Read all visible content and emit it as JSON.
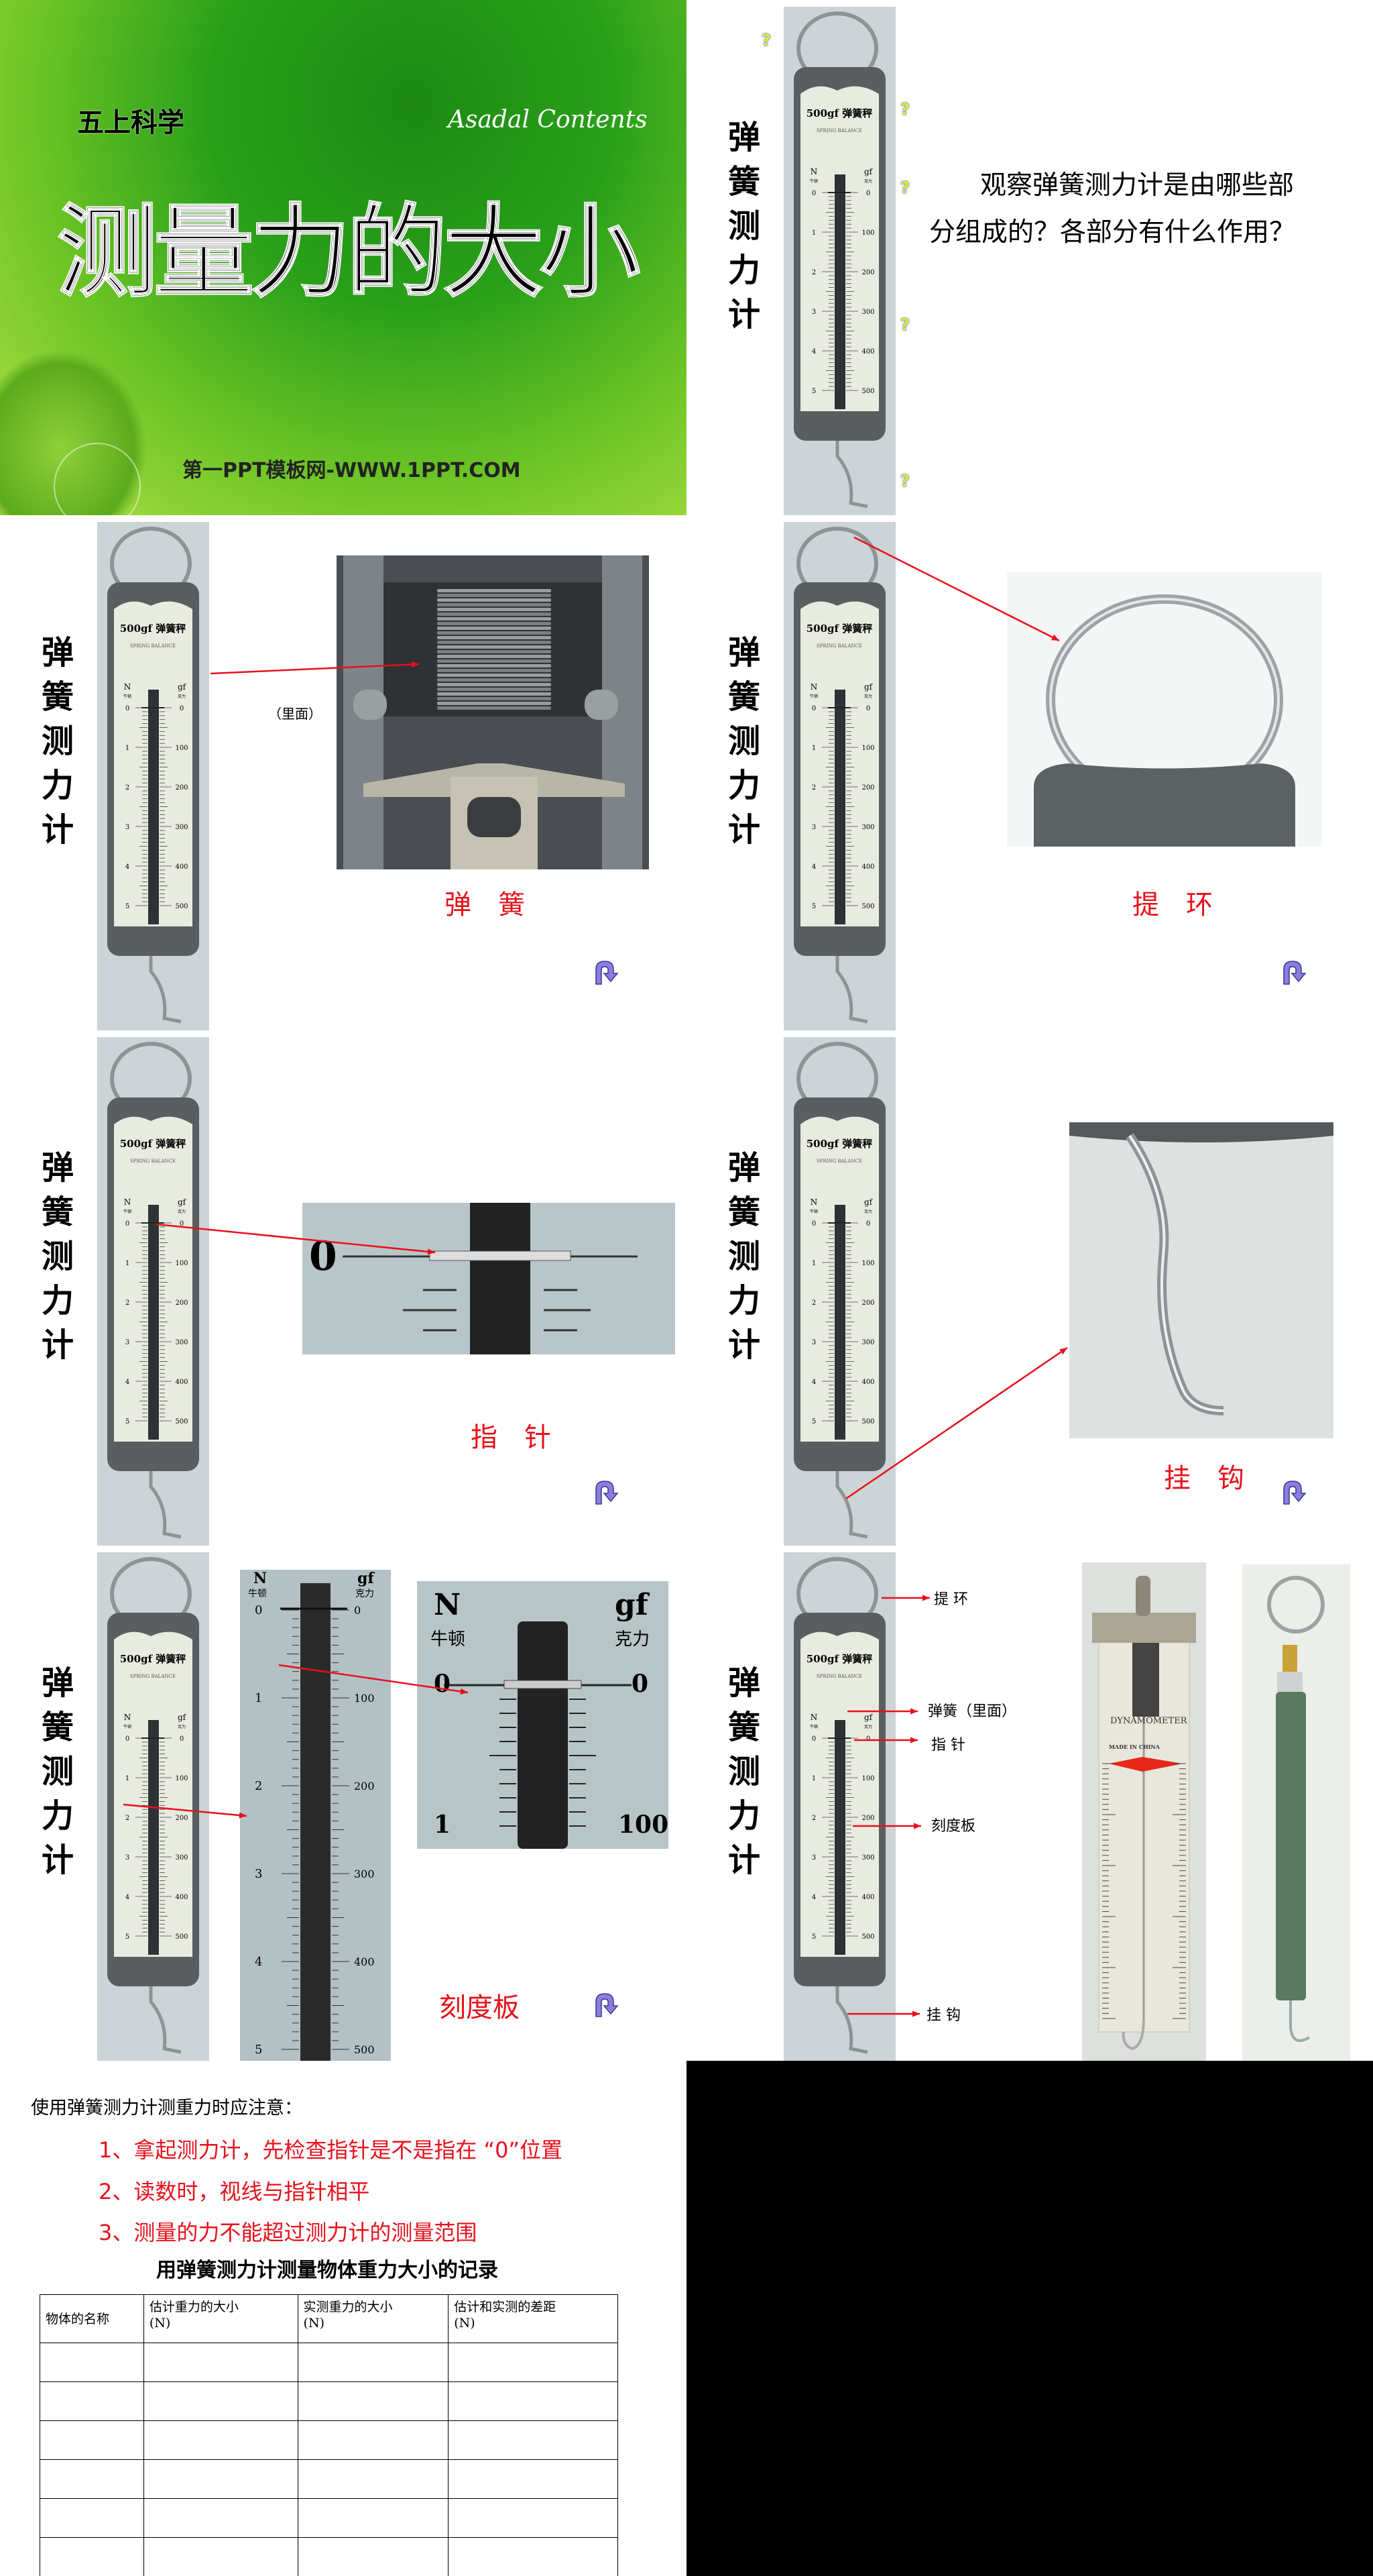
{
  "title_slide": {
    "subject": "五上科学",
    "title": "测量力的大小",
    "brand": "Asadal Contents",
    "footer": "第一PPT模板网-WWW.1PPT.COM",
    "colors": {
      "bg_dark": "#1d8a12",
      "bg_light": "#b6e34a"
    }
  },
  "common": {
    "side_label": "弹簧测力计"
  },
  "scale": {
    "heading": "500gf 弹簧秤",
    "english": "SPRING BALANCE",
    "unit_n": "N",
    "unit_n_cn": "牛顿",
    "unit_gf": "gf",
    "unit_gf_cn": "克力",
    "n_ticks": [
      "0",
      "1",
      "2",
      "3",
      "4",
      "5"
    ],
    "gf_ticks": [
      "0",
      "100",
      "200",
      "300",
      "400",
      "500"
    ]
  },
  "slide_question": {
    "question_line1": "观察弹簧测力计是由哪些部",
    "question_line2": "分组成的？各部分有什么作用？",
    "icon": "question-mark-icon"
  },
  "slide_spring": {
    "note": "（里面）",
    "caption": "弹　簧"
  },
  "slide_ring": {
    "caption": "提　环"
  },
  "slide_pointer": {
    "caption": "指　针",
    "photo_zero": "0"
  },
  "slide_hook": {
    "caption": "挂　钩"
  },
  "slide_board": {
    "caption": "刻度板",
    "closeup": {
      "n": "N",
      "n_cn": "牛顿",
      "gf": "gf",
      "gf_cn": "克力",
      "n0": "0",
      "n1": "1",
      "g0": "0",
      "g100": "100"
    }
  },
  "slide_parts": {
    "labels": [
      "提 环",
      "弹簧（里面）",
      "指 针",
      "刻度板",
      "挂 钩"
    ],
    "dyn_text": "DYNAMOMETER",
    "dyn_made": "MADE IN CHINA"
  },
  "slide_notes": {
    "heading": "使用弹簧测力计测重力时应注意：",
    "items": [
      "1、拿起测力计，先检查指针是不是指在 “0”位置",
      "2、读数时，视线与指针相平",
      "3、测量的力不能超过测力计的测量范围"
    ],
    "table_title": "用弹簧测力计测量物体重力大小的记录",
    "table_headers": [
      "物体的名称",
      "估计重力的大小\n(N)",
      "实测重力的大小\n(N)",
      "估计和实测的差距\n(N)"
    ],
    "table_rows": 6
  },
  "colors": {
    "accent_red": "#e8101a",
    "redo_icon": "#8a7fe0"
  }
}
